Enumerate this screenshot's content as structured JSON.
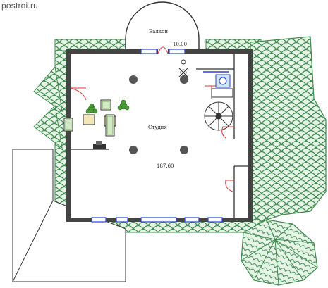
{
  "watermark": "postroi.ru",
  "rooms": {
    "balcony": {
      "name": "Балкон",
      "area": "10.00"
    },
    "studio": {
      "name": "Студия",
      "area": "187.60"
    }
  },
  "colors": {
    "roof": "#3f8a4d",
    "roof_light": "#d8eedc",
    "wall": "#444444",
    "window": "#2b3fd8",
    "door": "#e23333",
    "furniture": "#7ab35a"
  }
}
